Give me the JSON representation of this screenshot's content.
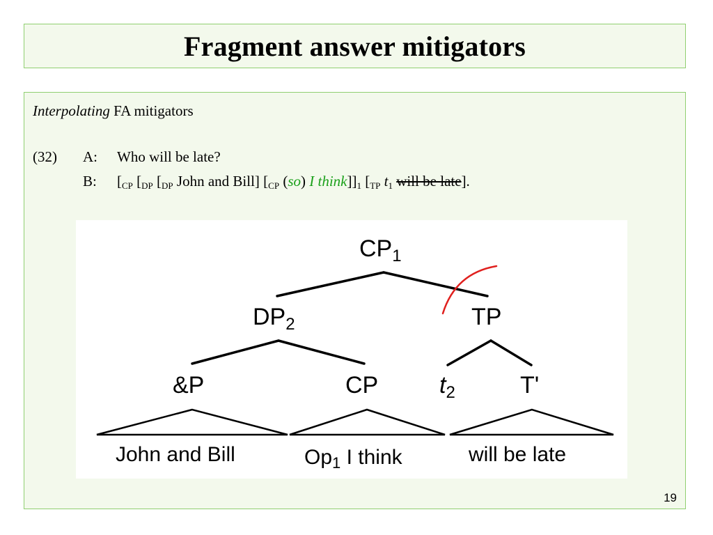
{
  "slide": {
    "title": "Fragment answer mitigators",
    "page_number": "19"
  },
  "heading": {
    "italic": "Interpolating",
    "rest": "FA mitigators"
  },
  "example": {
    "number": "(32)",
    "a_label": "A:",
    "a_text": "Who will be late?",
    "b_label": "B:",
    "b_parts": {
      "open1": "[",
      "cp1": "CP",
      "open2": " [",
      "dp1": "DP",
      "open3": " [",
      "dp2": "DP",
      "john": " John and Bill] [",
      "cp2": "CP",
      "paren_open": " (",
      "so": "so",
      "paren_close": ") ",
      "i_think": "I think",
      "close1": "]]",
      "sub1": "1",
      "open4": " [",
      "tp": "TP",
      "t": "t",
      "t_sub": "1",
      "elided": "will be late",
      "end": "]."
    }
  },
  "tree": {
    "root": {
      "label": "CP",
      "sub": "1"
    },
    "dp": {
      "label": "DP",
      "sub": "2"
    },
    "tp": {
      "label": "TP"
    },
    "andp": {
      "label": "&P"
    },
    "cp": {
      "label": "CP"
    },
    "trace": {
      "label": "t",
      "sub": "2"
    },
    "tbar": {
      "label": "T'"
    },
    "leaf_andp": "John and Bill",
    "leaf_cp_op": "Op",
    "leaf_cp_op_sub": "1",
    "leaf_cp_rest": " I think",
    "leaf_tbar": "will be late",
    "colors": {
      "cut_mark": "#e0201e"
    }
  }
}
